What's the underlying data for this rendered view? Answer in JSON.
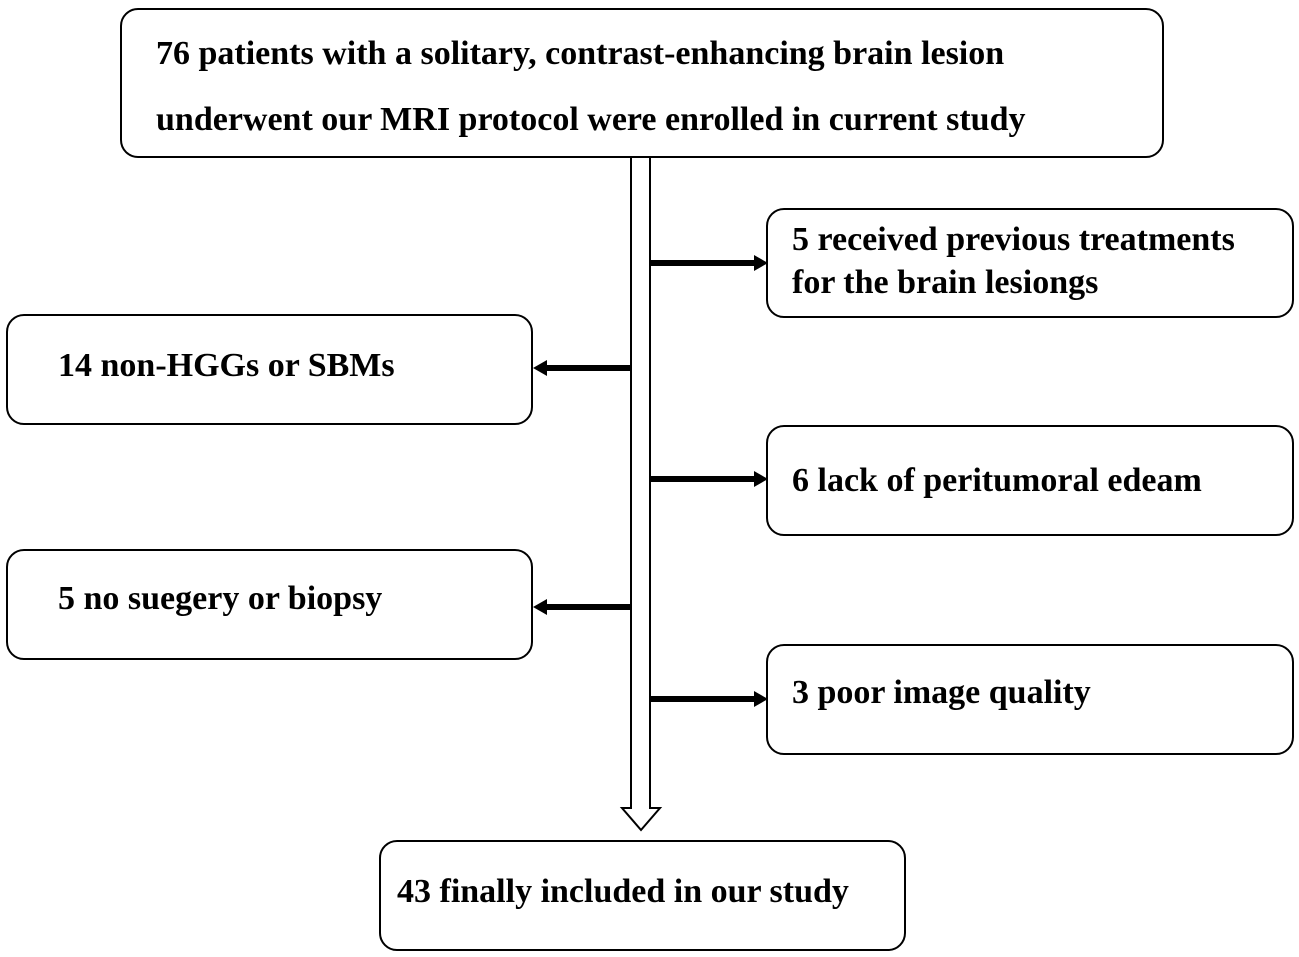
{
  "flowchart": {
    "enrolled": {
      "line1": "76 patients with a solitary, contrast-enhancing brain lesion",
      "line2": "underwent our MRI protocol were enrolled in current study"
    },
    "previous_treatments": {
      "line1": "5 received previous treatments",
      "line2": "for the brain lesiongs"
    },
    "non_hgg": {
      "line1": "14 non-HGGs or SBMs"
    },
    "lack_edema": {
      "line1": "6 lack of peritumoral edeam"
    },
    "no_surgery": {
      "line1": "5 no suegery or biopsy"
    },
    "poor_quality": {
      "line1": "3 poor image quality"
    },
    "final": {
      "line1": "43 finally included in our study"
    }
  },
  "colors": {
    "stroke": "#000000",
    "fill": "#ffffff"
  }
}
